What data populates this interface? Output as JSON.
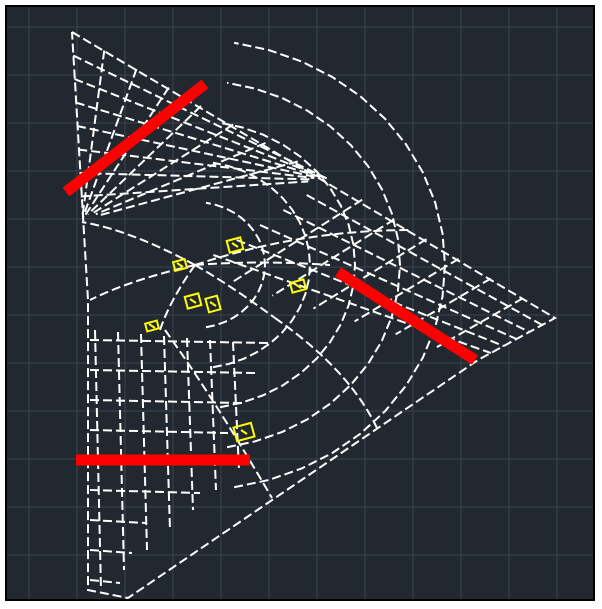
{
  "viewport": {
    "background_color": "#212830",
    "grid_color": "#3a4350",
    "mesh_color": "#ffffff",
    "snap_marker_color": "#ffff00",
    "section_line_color": "#ff0000",
    "frame_color": "#000000"
  },
  "snap_markers": [
    {
      "icon": "intersection-snap-marker-icon"
    },
    {
      "icon": "intersection-snap-marker-icon"
    },
    {
      "icon": "intersection-snap-marker-icon"
    },
    {
      "icon": "intersection-snap-marker-icon"
    },
    {
      "icon": "intersection-snap-marker-icon"
    },
    {
      "icon": "intersection-snap-marker-icon"
    },
    {
      "icon": "intersection-snap-marker-icon"
    }
  ],
  "section_lines": [
    {
      "name": "section-line-top"
    },
    {
      "name": "section-line-right"
    },
    {
      "name": "section-line-bottom"
    }
  ]
}
